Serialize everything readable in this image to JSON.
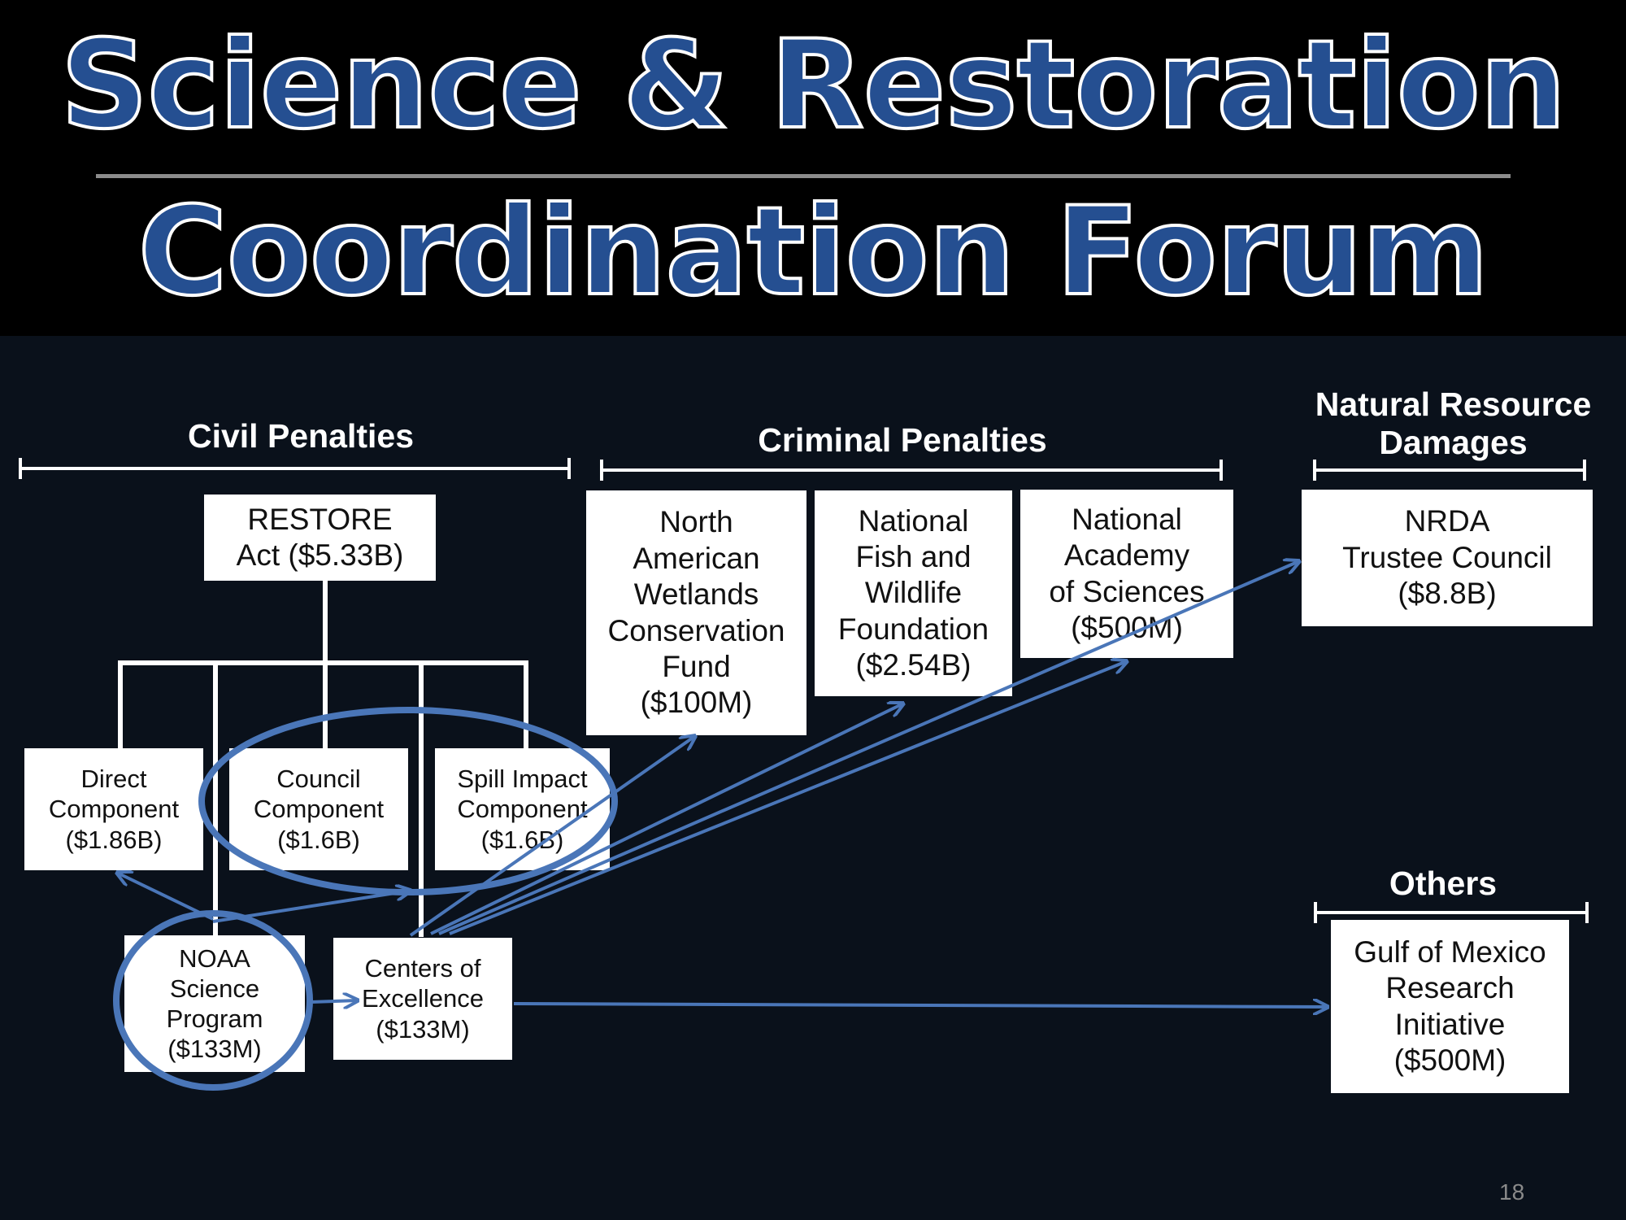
{
  "title": {
    "line1": "Science & Restoration",
    "line2": "Coordination Forum"
  },
  "groups": {
    "civil": "Civil Penalties",
    "criminal": "Criminal Penalties",
    "nrd": "Natural Resource\nDamages",
    "others": "Others"
  },
  "boxes": {
    "restore": "RESTORE\nAct ($5.33B)",
    "direct": "Direct\nComponent\n($1.86B)",
    "council": "Council\nComponent\n($1.6B)",
    "spill": "Spill Impact\nComponent\n($1.6B)",
    "noaa": "NOAA\nScience\nProgram\n($133M)",
    "centers": "Centers of\nExcellence\n($133M)",
    "nawcf": "North\nAmerican\nWetlands\nConservation\nFund\n($100M)",
    "nfwf": "National\nFish and\nWildlife\nFoundation\n($2.54B)",
    "nas": "National\nAcademy\nof Sciences\n($500M)",
    "nrda": "NRDA\nTrustee Council\n($8.8B)",
    "gomri": "Gulf of Mexico\nResearch\nInitiative\n($500M)"
  },
  "colors": {
    "header_bg": "#000000",
    "body_bg": "#0a111b",
    "title_fill": "#254f91",
    "arrow": "#4a76b8"
  },
  "page_number": "18"
}
